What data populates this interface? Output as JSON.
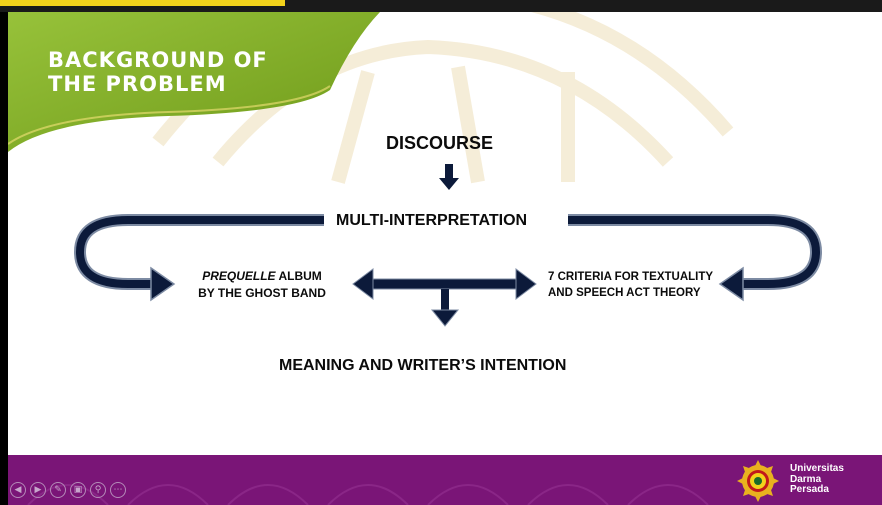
{
  "slide": {
    "title": "BACKGROUND OF THE PROBLEM"
  },
  "diagram": {
    "top_node": "DISCOURSE",
    "middle_node": "MULTI-INTERPRETATION",
    "left_node": {
      "italic": "PREQUELLE",
      "line1_rest": " ALBUM",
      "line2": "BY THE GHOST BAND"
    },
    "right_node": {
      "line1": "7 CRITERIA FOR TEXTUALITY",
      "line2": "AND SPEECH ACT THEORY"
    },
    "bottom_node": "MEANING AND WRITER’S INTENTION"
  },
  "footer": {
    "university_line1": "Universitas",
    "university_line2": "Darma",
    "university_line3": "Persada"
  },
  "navbar": {
    "icons": [
      "previous-icon",
      "next-icon",
      "pen-icon",
      "slides-icon",
      "zoom-icon",
      "more-icon"
    ]
  },
  "colors": {
    "title_green": "#8dbb2b",
    "footer_purple": "#7a1577",
    "arrow_navy": "#0c1a3a",
    "accent_yellow": "#f3d21b"
  }
}
